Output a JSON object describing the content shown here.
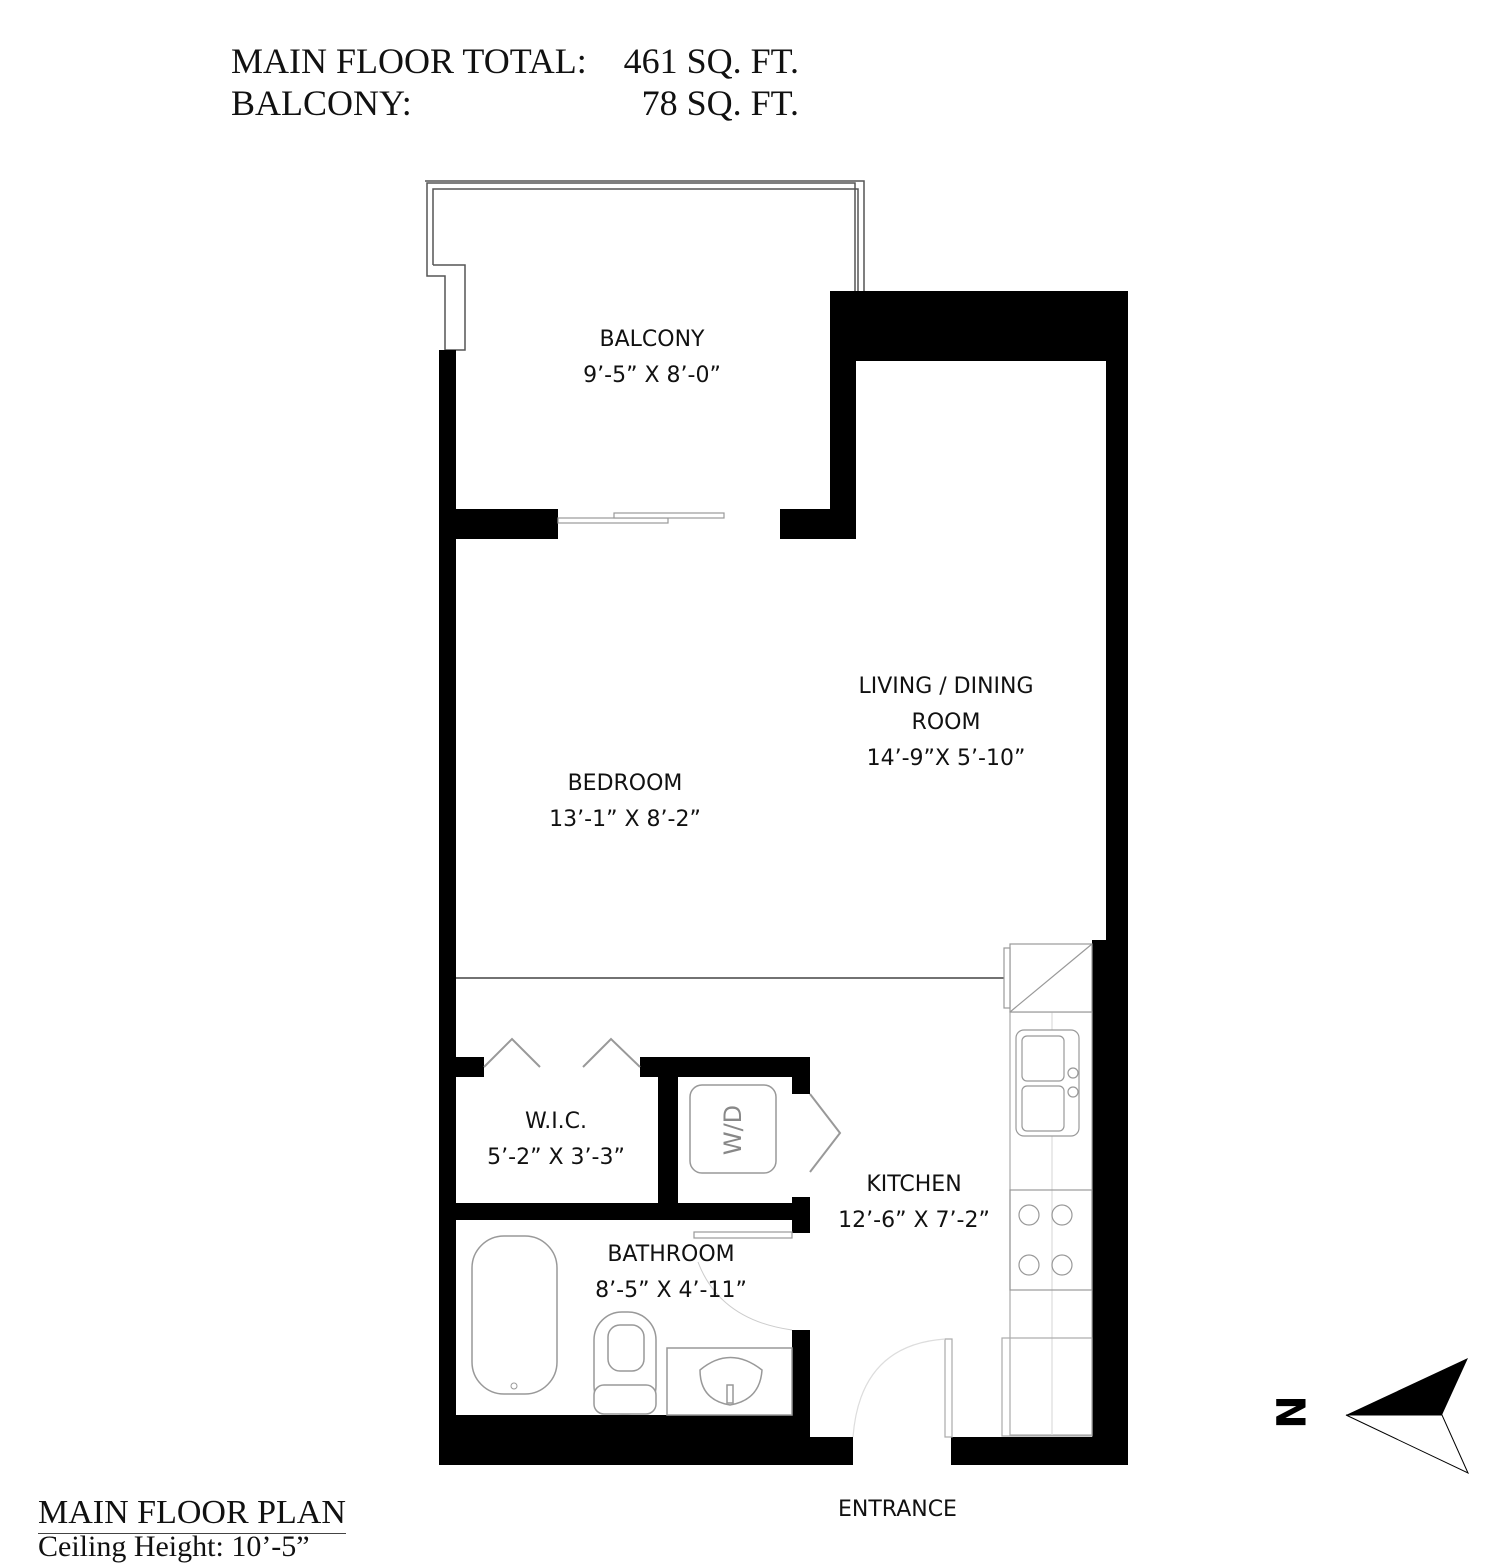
{
  "summary": {
    "main_floor_label": "MAIN FLOOR TOTAL:",
    "main_floor_value": "461 SQ. FT.",
    "balcony_label": "BALCONY:",
    "balcony_value": "78 SQ. FT."
  },
  "rooms": [
    {
      "name": "BALCONY",
      "dims": "9’-5” X 8’-0”"
    },
    {
      "name": "LIVING / DINING",
      "name2": "ROOM",
      "dims": "14’-9”X  5’-10”"
    },
    {
      "name": "BEDROOM",
      "dims": "13’-1” X 8’-2”"
    },
    {
      "name": "W.I.C.",
      "dims": "5’-2” X 3’-3”"
    },
    {
      "name": "KITCHEN",
      "dims": "12’-6” X 7’-2”"
    },
    {
      "name": "BATHROOM",
      "dims": "8’-5” X 4’-11”"
    }
  ],
  "fixtures": {
    "washer_dryer": "W/D"
  },
  "entrance_label": "ENTRANCE",
  "compass": {
    "label": "N",
    "icon": "north-arrow-icon"
  },
  "footer": {
    "title": "MAIN FLOOR PLAN",
    "subtitle": "Ceiling Height: 10’-5”"
  },
  "colors": {
    "wall": "#000000",
    "fixture_line": "#999999",
    "background": "#ffffff"
  }
}
